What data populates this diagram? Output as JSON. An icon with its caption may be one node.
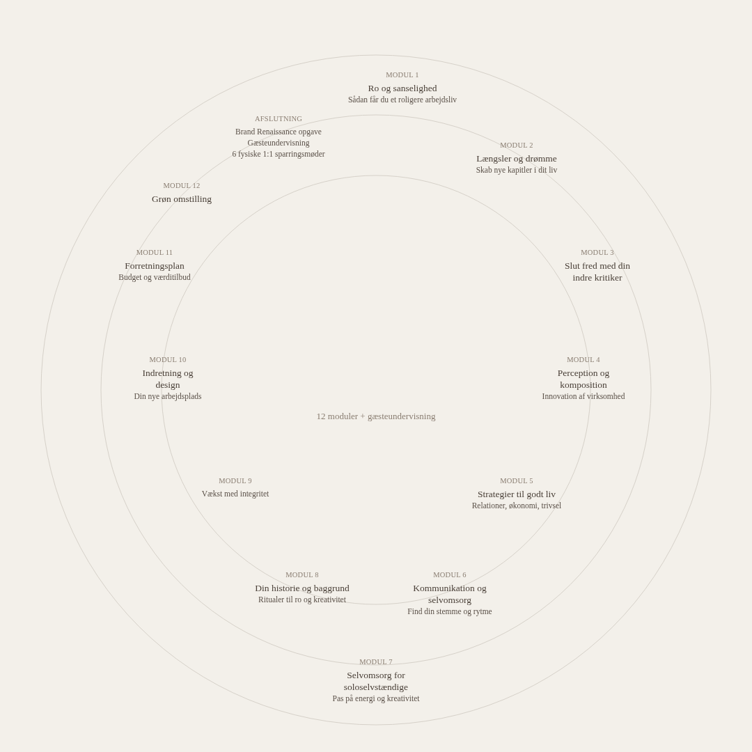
{
  "diagram": {
    "labels": [
      "MODUL 1",
      "Ro og sanselighed",
      "Sådan får du et roligere arbejdsliv",
      "AFSLUTNING",
      "Brand Renaissance opgave",
      "Gæsteundervisning",
      "6 fysiske 1:1 sparringsmøder",
      "MODUL 2",
      "Længsler og drømme",
      "Skab nye kapitler i dit liv",
      "MODUL 12",
      "Grøn omstilling",
      "MODUL 11",
      "Forretningsplan",
      "Budget og værditilbud",
      "MODUL 3",
      "Slut fred med din indre kritiker",
      "MODUL 10",
      "Indretning og design",
      "Din nye arbejdsplads",
      "MODUL 4",
      "Perception og komposition",
      "Innovation af virksomhed",
      "12 moduler + gæsteundervisning",
      "MODUL 9",
      "Vækst med integritet",
      "MODUL 5",
      "Strategier til godt liv",
      "Relationer, økonomi, trivsel",
      "MODUL 8",
      "Din historie og baggrund",
      "Ritualer til ro og kreativitet",
      "MODUL 6",
      "Kommunikation og selvomsorg",
      "Find din stemme og rytme",
      "MODUL 7",
      "Selvomsorg for soloselvstændige",
      "Pas på energi og kreativitet"
    ]
  }
}
